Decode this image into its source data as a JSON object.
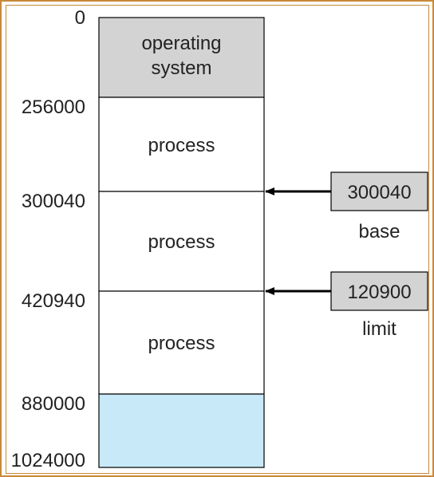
{
  "diagram": {
    "addresses": [
      "0",
      "256000",
      "300040",
      "420940",
      "880000",
      "1024000"
    ],
    "segments": [
      {
        "label_lines": [
          "operating",
          "system"
        ],
        "fill": "#d3d3d3"
      },
      {
        "label_lines": [
          "process"
        ],
        "fill": "#ffffff"
      },
      {
        "label_lines": [
          "process"
        ],
        "fill": "#ffffff"
      },
      {
        "label_lines": [
          "process"
        ],
        "fill": "#ffffff"
      },
      {
        "label_lines": [],
        "fill": "#c7e9f8"
      }
    ],
    "registers": [
      {
        "value": "300040",
        "caption": "base",
        "points_to_address": "300040"
      },
      {
        "value": "120900",
        "caption": "limit",
        "points_to_address": "420940"
      }
    ]
  },
  "colors": {
    "border": "#c8893a",
    "register_fill": "#d3d3d3",
    "free_fill": "#c7e9f8",
    "stroke": "#000000"
  }
}
